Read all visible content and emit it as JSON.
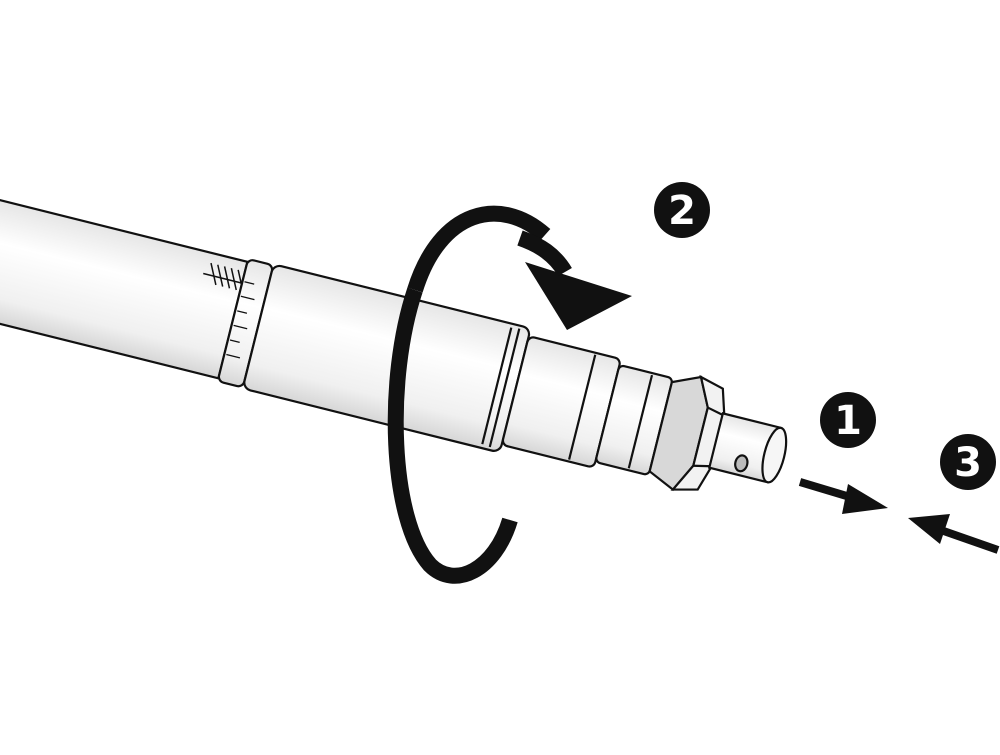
{
  "steps": [
    {
      "label": "1"
    },
    {
      "label": "2"
    },
    {
      "label": "3"
    }
  ],
  "colors": {
    "ink": "#111111",
    "tube_fill": "#f4f4f4",
    "shade": "#d8d8d8",
    "background": "#ffffff"
  },
  "icons": {
    "rotation": "circular-arrow-icon",
    "push": "arrow-right-icon",
    "pull": "arrow-left-icon"
  }
}
